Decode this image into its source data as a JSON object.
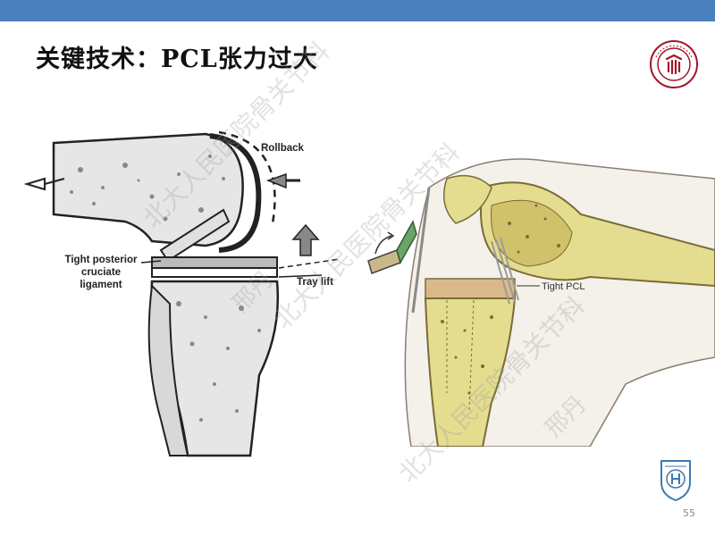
{
  "slide": {
    "title": "关键技术：PCL张力过大",
    "page_number": "55"
  },
  "figure_left": {
    "label_rollback": "Rollback",
    "label_tray_lift": "Tray lift",
    "label_tight_pcl": "Tight posterior cruciate ligament"
  },
  "figure_right": {
    "label_tight_pcl": "Tight PCL"
  },
  "watermarks": {
    "line1": "北大人民医院骨关节科",
    "line2": "邢丹"
  },
  "colors": {
    "top_bar": "#4a80be",
    "bone_yellow": "#e4dd8f",
    "bone_cut": "#d9b98a",
    "bone_green": "#6aa46a",
    "logo_red": "#a3142a"
  }
}
